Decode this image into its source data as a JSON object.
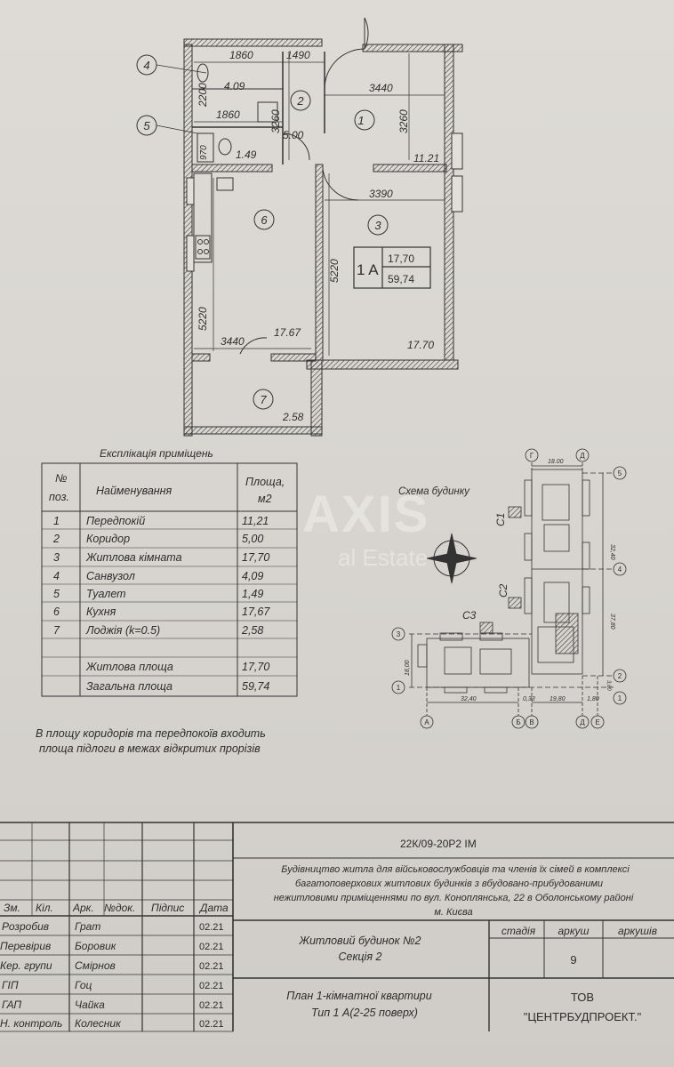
{
  "plan": {
    "dims": {
      "d1860a": "1860",
      "d1490": "1490",
      "d3440a": "3440",
      "d3260a": "3260",
      "d3260b": "3260",
      "d2200": "2200",
      "d1860b": "1860",
      "d970": "970",
      "d3390": "3390",
      "d5220a": "5220",
      "d5220b": "5220",
      "d3440b": "3440"
    },
    "areas": {
      "a409": "4.09",
      "a500": "5.00",
      "a149": "1.49",
      "a1121": "11.21",
      "a1767": "17.67",
      "a1770": "17.70",
      "a258": "2.58"
    },
    "room_numbers": [
      "1",
      "2",
      "3",
      "4",
      "5",
      "6",
      "7"
    ],
    "apt_label": "1 A",
    "apt_living": "17,70",
    "apt_total": "59,74"
  },
  "explication": {
    "title": "Експлікація приміщень",
    "head_no": "№",
    "head_pos": "поз.",
    "head_name": "Найменування",
    "head_area": "Площа,",
    "head_unit": "м2",
    "rows": [
      {
        "no": "1",
        "name": "Передпокій",
        "area": "11,21"
      },
      {
        "no": "2",
        "name": "Коридор",
        "area": "5,00"
      },
      {
        "no": "3",
        "name": "Житлова кімната",
        "area": "17,70"
      },
      {
        "no": "4",
        "name": "Санвузол",
        "area": "4,09"
      },
      {
        "no": "5",
        "name": "Туалет",
        "area": "1,49"
      },
      {
        "no": "6",
        "name": "Кухня",
        "area": "17,67"
      },
      {
        "no": "7",
        "name": "Лоджія (k=0.5)",
        "area": "2,58"
      }
    ],
    "living_label": "Житлова площа",
    "living_value": "17,70",
    "total_label": "Загальна площа",
    "total_value": "59,74"
  },
  "scheme": {
    "title": "Схема будинку",
    "c1": "С1",
    "c2": "С2",
    "c3": "С3",
    "dim_1800": "18.00",
    "dim_3240v": "32,40",
    "dim_3780": "37,80",
    "dim_1800v": "18,00",
    "dim_3240h": "32,40",
    "dim_033": "0,33",
    "dim_1980": "19,80",
    "dim_180": "1,80",
    "dim_360": "3,60",
    "axes": {
      "g": "Г",
      "d1": "Д",
      "d2": "Д",
      "e": "Е",
      "a": "А",
      "b": "Б",
      "v": "В",
      "n1": "1",
      "n2": "2",
      "n3": "3",
      "n4": "4",
      "n5": "5",
      "n1b": "1",
      "n3b": "3"
    }
  },
  "note": {
    "line1": "В площу коридорів та передпокоїв входить",
    "line2": "площа підлоги в межах відкритих прорізів"
  },
  "watermark": {
    "big": "AXIS",
    "small": "al Estate"
  },
  "title_block": {
    "code": "22К/09-20Р2   ІМ",
    "project": [
      "Будівництво житла для військовослужбовців та членів їх сімей в комплексі",
      "багатоповерхових житлових будинків з вбудовано-прибудованими",
      "нежитловими приміщеннями по вул. Коноплянська, 22 в Оболонському районі",
      "м. Києва"
    ],
    "head_zm": "Зм.",
    "head_kil": "Кіл.",
    "head_ark": "Арк.",
    "head_ndok": "№док.",
    "head_pidpys": "Підпис",
    "head_data": "Дата",
    "staff": [
      {
        "role": "Розробив",
        "name": "Грат",
        "date": "02.21"
      },
      {
        "role": "Перевірив",
        "name": "Боровик",
        "date": "02.21"
      },
      {
        "role": "Кер. групи",
        "name": "Смірнов",
        "date": "02.21"
      },
      {
        "role": "ГІП",
        "name": "Гоц",
        "date": "02.21"
      },
      {
        "role": "ГАП",
        "name": "Чайка",
        "date": "02.21"
      },
      {
        "role": "Н. контроль",
        "name": "Колесник",
        "date": "02.21"
      }
    ],
    "building": "Житловий будинок №2",
    "section": "Секція 2",
    "stage_h": "стадія",
    "sheet_h": "аркуш",
    "sheets_h": "аркушів",
    "sheet_no": "9",
    "plan_title": "План 1-кімнатної квартири",
    "plan_type": "Тип 1 А(2-25 поверх)",
    "org1": "ТОВ",
    "org2": "\"ЦЕНТРБУДПРОЕКТ.\""
  }
}
